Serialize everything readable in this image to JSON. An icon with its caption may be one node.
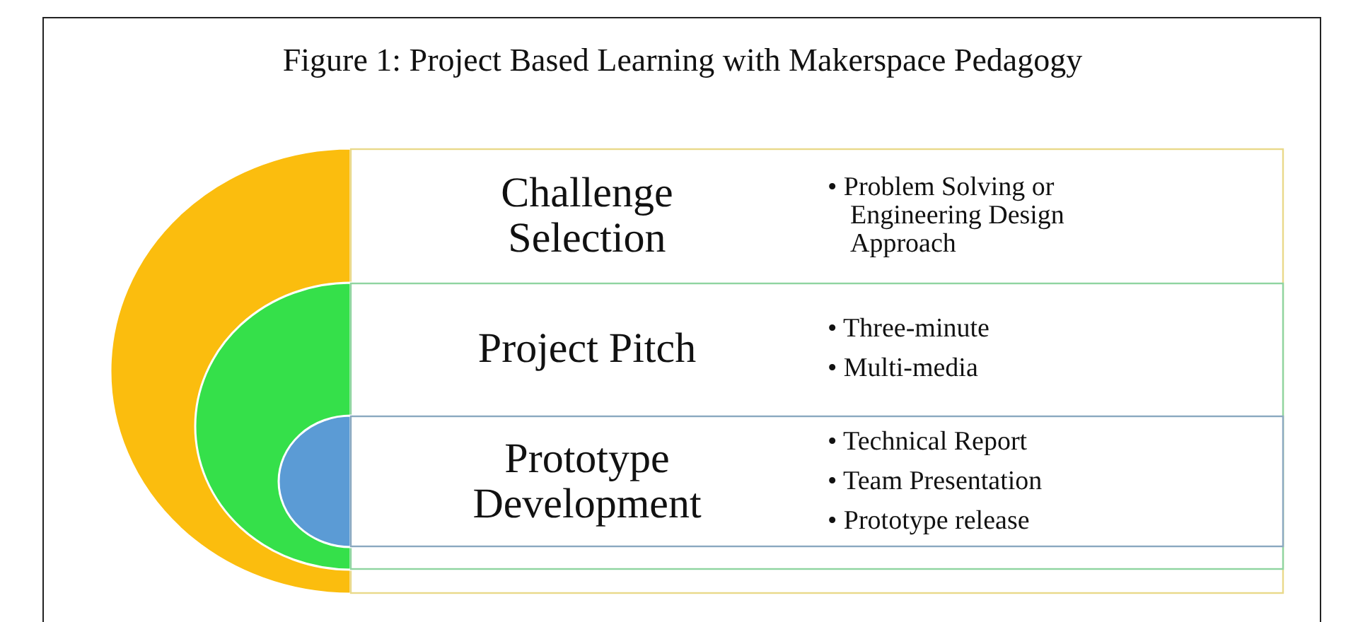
{
  "diagram": {
    "title": "Figure 1: Project Based Learning with Makerspace Pedagogy",
    "nodes": [
      {
        "text": [
          "Challenge Selection",
          "• Problem Solving or Engineering Design Approach"
        ]
      },
      {
        "text": [
          "Project Pitch",
          "• Three-minute",
          "• Multi-media"
        ],
        "in": 0
      },
      {
        "text": [
          "Prototype Development",
          "• Technical Report",
          "• Team Presentation",
          "• Prototype release"
        ],
        "in": 1
      }
    ]
  }
}
